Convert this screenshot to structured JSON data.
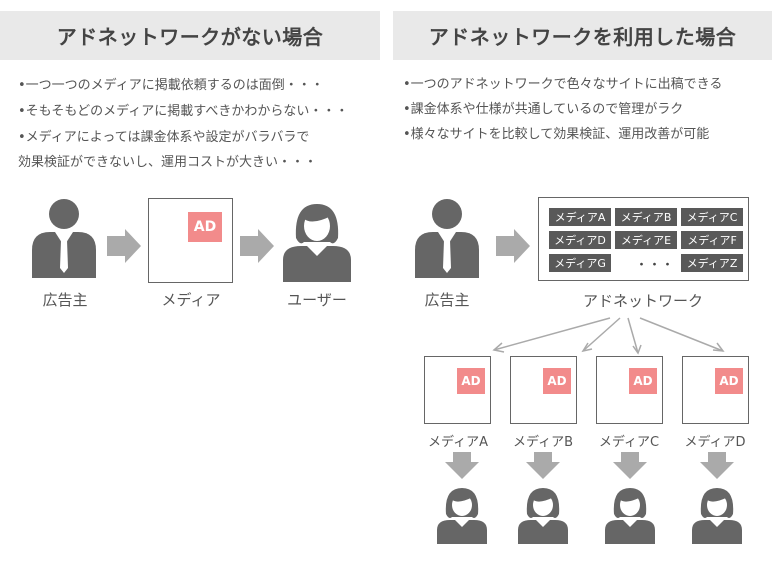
{
  "left": {
    "title": "アドネットワークがない場合",
    "bullets": [
      "•一つ一つのメディアに掲載依頼するのは面倒・・・",
      "•そもそもどのメディアに掲載すべきかわからない・・・",
      "•メディアによっては課金体系や設定がバラバラで",
      "効果検証ができないし、運用コストが大きい・・・"
    ],
    "labels": {
      "advertiser": "広告主",
      "media": "メディア",
      "user": "ユーザー"
    },
    "ad_badge": "AD"
  },
  "right": {
    "title": "アドネットワークを利用した場合",
    "bullets": [
      "•一つのアドネットワークで色々なサイトに出稿できる",
      "•課金体系や仕様が共通しているので管理がラク",
      "•様々なサイトを比較して効果検証、運用改善が可能"
    ],
    "advertiser_label": "広告主",
    "network_label": "アドネットワーク",
    "network_media": [
      "メディアA",
      "メディアB",
      "メディアC",
      "メディアD",
      "メディアE",
      "メディアF",
      "メディアG",
      "メディアZ"
    ],
    "ellipsis": "・・・",
    "media_labels": [
      "メディアA",
      "メディアB",
      "メディアC",
      "メディアD"
    ],
    "ad_badge": "AD"
  },
  "colors": {
    "header_bg": "#e9e9e9",
    "person": "#666666",
    "arrow": "#aaaaaa",
    "ad_badge": "#f28b8b",
    "chip": "#595959"
  }
}
